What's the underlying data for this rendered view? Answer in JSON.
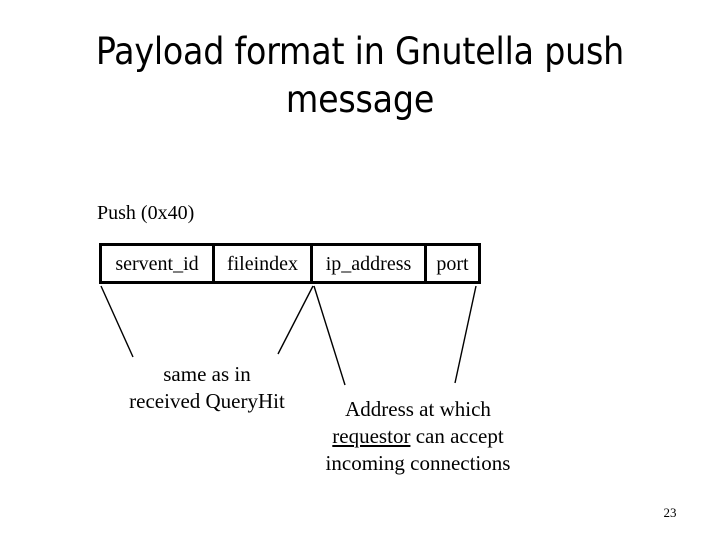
{
  "slide": {
    "title": "Payload format in Gnutella push message",
    "page_number": "23",
    "background_color": "#ffffff",
    "ink_color": "#000000"
  },
  "diagram": {
    "caption": "Push (0x40)",
    "fields": [
      {
        "name": "servent_id"
      },
      {
        "name": "fileindex"
      },
      {
        "name": "ip_address"
      },
      {
        "name": "port"
      }
    ],
    "annotations": {
      "left": {
        "line1": "same as in",
        "line2": "received QueryHit"
      },
      "right": {
        "line1": "Address at which",
        "line2_emphasis": "requestor",
        "line2_rest": " can accept",
        "line3": "incoming connections"
      }
    }
  }
}
